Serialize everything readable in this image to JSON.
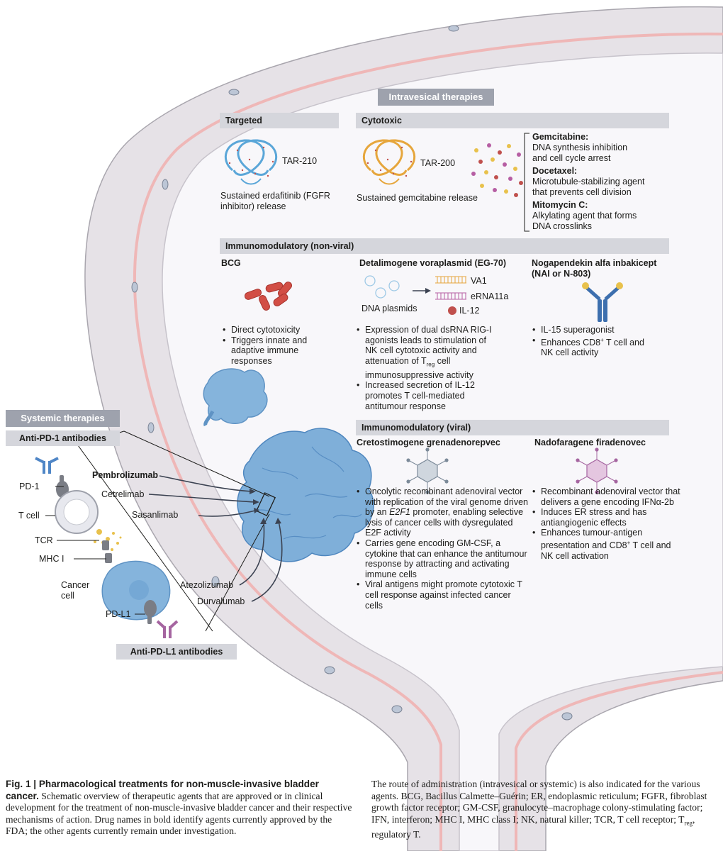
{
  "headers": {
    "intravesical": "Intravesical therapies",
    "targeted": "Targeted",
    "cytotoxic": "Cytotoxic",
    "immuno_nonviral": "Immunomodulatory (non-viral)",
    "immuno_viral": "Immunomodulatory (viral)",
    "systemic": "Systemic therapies",
    "anti_pd1": "Anti-PD-1 antibodies",
    "anti_pdl1": "Anti-PD-L1 antibodies"
  },
  "targeted": {
    "device": "TAR-210",
    "desc_line1": "Sustained erdafitinib (FGFR",
    "desc_line2": "inhibitor) release"
  },
  "cytotoxic": {
    "device": "TAR-200",
    "desc": "Sustained gemcitabine release",
    "drugs": [
      {
        "name": "Gemcitabine:",
        "line1": "DNA synthesis inhibition",
        "line2": "and cell cycle arrest"
      },
      {
        "name": "Docetaxel:",
        "line1": "Microtubule-stabilizing agent",
        "line2": "that prevents cell division"
      },
      {
        "name": "Mitomycin C:",
        "line1": "Alkylating agent that forms",
        "line2": "DNA crosslinks"
      }
    ]
  },
  "bcg": {
    "title": "BCG",
    "bullets": [
      "Direct cytotoxicity",
      "Triggers innate and adaptive immune responses"
    ]
  },
  "eg70": {
    "title": "Detalimogene voraplasmid (EG-70)",
    "plasmids_label": "DNA plasmids",
    "va1": "VA1",
    "erna": "eRNA11a",
    "il12": "IL-12",
    "bullet1_a": "Expression of dual dsRNA RIG-I agonists leads to stimulation of NK cell cytotoxic activity and attenuation of T",
    "bullet1_sub": "reg",
    "bullet1_b": " cell immunosuppressive activity",
    "bullet2": "Increased secretion of IL-12 promotes T cell-mediated antitumour response"
  },
  "nai": {
    "title_line1": "Nogapendekin alfa inbakicept",
    "title_line2": "(NAI or N-803)",
    "bullet1": "IL-15 superagonist",
    "bullet2_a": "Enhances CD8",
    "bullet2_sup": "+",
    "bullet2_b": " T cell and NK cell activity"
  },
  "creto": {
    "title": "Cretostimogene grenadenorepvec",
    "bullet1_a": "Oncolytic recombinant adenoviral vector with replication of the viral genome driven by an ",
    "bullet1_em": "E2F1",
    "bullet1_b": " promoter, enabling selective lysis of cancer cells with dysregulated E2F activity",
    "bullet2": "Carries gene encoding GM-CSF, a cytokine that can enhance the antitumour response by attracting and activating immune cells",
    "bullet3": "Viral antigens might promote cytotoxic T cell response against infected cancer cells"
  },
  "nado": {
    "title": "Nadofaragene firadenovec",
    "bullet1": "Recombinant adenoviral vector that delivers a gene encoding IFNα-2b",
    "bullet2": "Induces ER stress and has antiangiogenic effects",
    "bullet3_a": "Enhances tumour-antigen presentation and CD8",
    "bullet3_sup": "+",
    "bullet3_b": " T cell and NK cell activation"
  },
  "systemic": {
    "pd1": "PD-1",
    "tcell": "T cell",
    "tcr": "TCR",
    "mhc": "MHC I",
    "cancer_line1": "Cancer",
    "cancer_line2": "cell",
    "pdl1": "PD-L1",
    "pembro": "Pembrolizumab",
    "cetre": "Cetrelimab",
    "sasan": "Sasanlimab",
    "atezo": "Atezolizumab",
    "durva": "Durvalumab"
  },
  "caption": {
    "fig_label": "Fig. 1 | Pharmacological treatments for non-muscle-invasive bladder cancer.",
    "left_text": "Schematic overview of therapeutic agents that are approved or in clinical development for the treatment of non-muscle-invasive bladder cancer and their respective mechanisms of action. Drug names in bold identify agents currently approved by the FDA; the other agents currently remain under investigation.",
    "right_text_a": "The route of administration (intravesical or systemic) is also indicated for the various agents. BCG, Bacillus Calmette–Guérin; ER, endoplasmic reticulum; FGFR, fibroblast growth factor receptor; GM-CSF, granulocyte–macrophage colony-stimulating factor; IFN, interferon; MHC I, MHC class I; NK, natural killer; TCR, T cell receptor; T",
    "right_sub": "reg",
    "right_text_b": ", regulatory T."
  },
  "colors": {
    "bladder_wall": "#e6e2e7",
    "bladder_lining": "#eeb8b8",
    "header_bar": "#d5d6dc",
    "pill": "#9ea2ad",
    "tumour": "#7fafd9",
    "tar210": "#5aa6d8",
    "tar200": "#e6a63c"
  }
}
